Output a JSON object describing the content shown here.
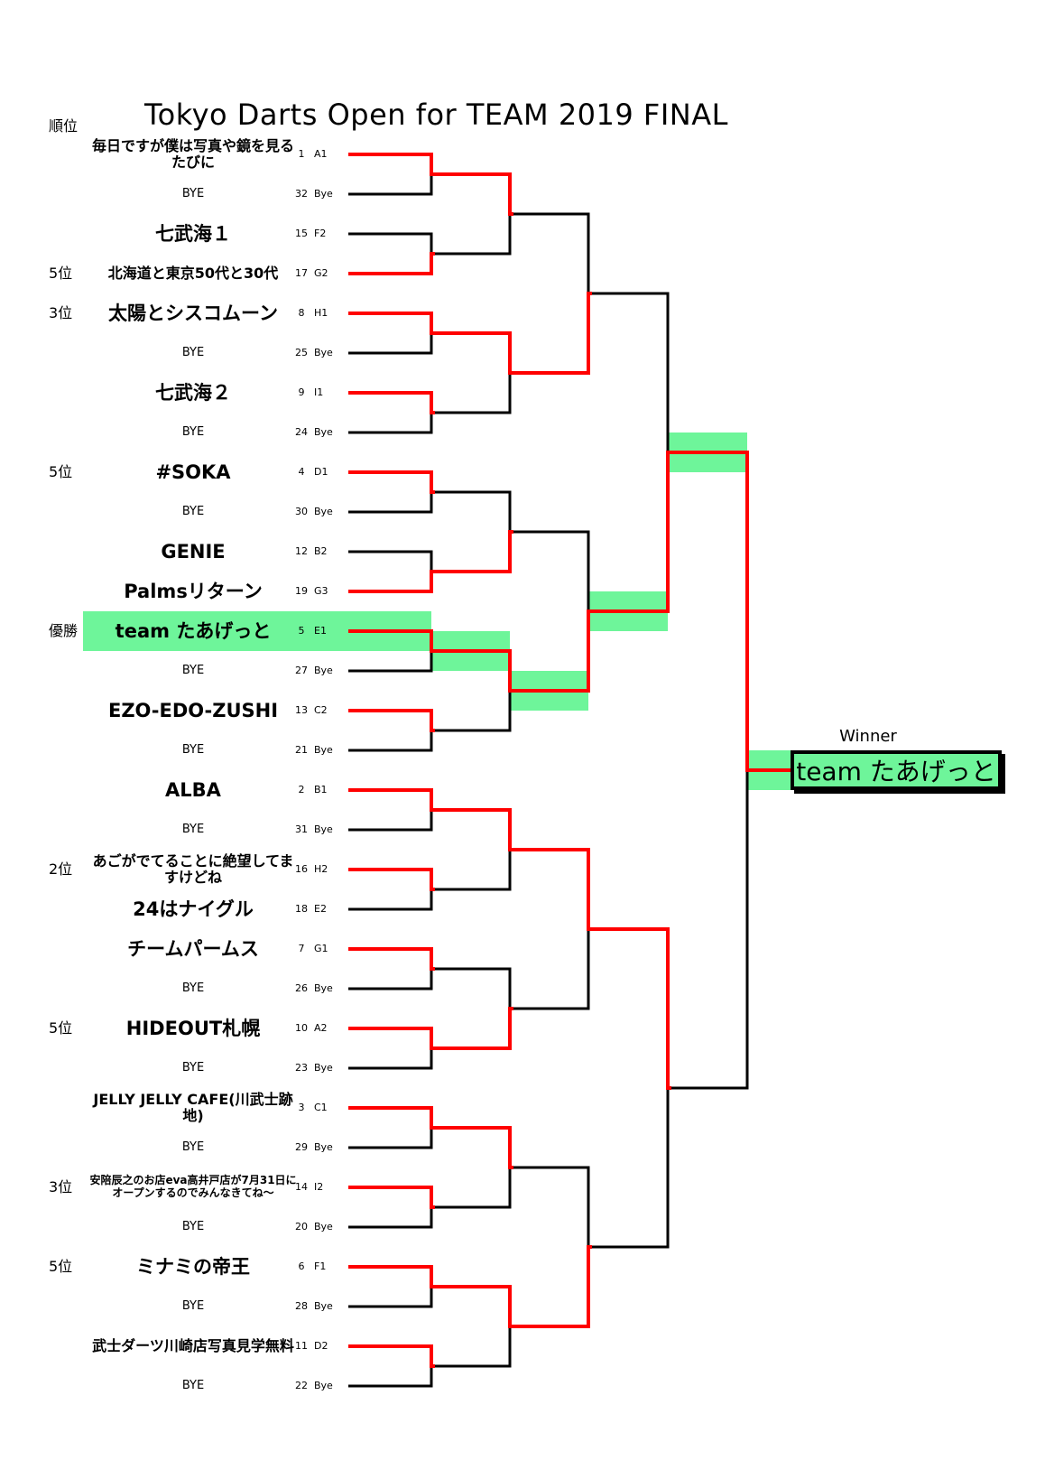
{
  "title": "Tokyo Darts Open for TEAM 2019 FINAL",
  "rank_header": "順位",
  "winner_label": "Winner",
  "winner_name": "team たあげっと",
  "colors": {
    "win_path": "#ff0000",
    "bracket_line": "#000000",
    "highlight": "#6ef59a"
  },
  "entries": [
    {
      "rank": "",
      "team": "毎日ですが僕は写真や鏡を見るたびに",
      "seed": "1",
      "code": "A1",
      "size": "med"
    },
    {
      "rank": "",
      "team": "BYE",
      "seed": "32",
      "code": "Bye",
      "size": "bye"
    },
    {
      "rank": "",
      "team": "七武海１",
      "seed": "15",
      "code": "F2",
      "size": "big"
    },
    {
      "rank": "5位",
      "team": "北海道と東京50代と30代",
      "seed": "17",
      "code": "G2",
      "size": "med"
    },
    {
      "rank": "3位",
      "team": "太陽とシスコムーン",
      "seed": "8",
      "code": "H1",
      "size": "big"
    },
    {
      "rank": "",
      "team": "BYE",
      "seed": "25",
      "code": "Bye",
      "size": "bye"
    },
    {
      "rank": "",
      "team": "七武海２",
      "seed": "9",
      "code": "I1",
      "size": "big"
    },
    {
      "rank": "",
      "team": "BYE",
      "seed": "24",
      "code": "Bye",
      "size": "bye"
    },
    {
      "rank": "5位",
      "team": "#SOKA",
      "seed": "4",
      "code": "D1",
      "size": "big"
    },
    {
      "rank": "",
      "team": "BYE",
      "seed": "30",
      "code": "Bye",
      "size": "bye"
    },
    {
      "rank": "",
      "team": "GENIE",
      "seed": "12",
      "code": "B2",
      "size": "big"
    },
    {
      "rank": "",
      "team": "Palmsリターン",
      "seed": "19",
      "code": "G3",
      "size": "big"
    },
    {
      "rank": "優勝",
      "team": "team たあげっと",
      "seed": "5",
      "code": "E1",
      "size": "big",
      "highlight": true
    },
    {
      "rank": "",
      "team": "BYE",
      "seed": "27",
      "code": "Bye",
      "size": "bye"
    },
    {
      "rank": "",
      "team": "EZO-EDO-ZUSHI",
      "seed": "13",
      "code": "C2",
      "size": "big"
    },
    {
      "rank": "",
      "team": "BYE",
      "seed": "21",
      "code": "Bye",
      "size": "bye"
    },
    {
      "rank": "",
      "team": "ALBA",
      "seed": "2",
      "code": "B1",
      "size": "big"
    },
    {
      "rank": "",
      "team": "BYE",
      "seed": "31",
      "code": "Bye",
      "size": "bye"
    },
    {
      "rank": "2位",
      "team": "あごがでてることに絶望してますけどね",
      "seed": "16",
      "code": "H2",
      "size": "med"
    },
    {
      "rank": "",
      "team": "24はナイグル",
      "seed": "18",
      "code": "E2",
      "size": "big"
    },
    {
      "rank": "",
      "team": "チームパームス",
      "seed": "7",
      "code": "G1",
      "size": "big"
    },
    {
      "rank": "",
      "team": "BYE",
      "seed": "26",
      "code": "Bye",
      "size": "bye"
    },
    {
      "rank": "5位",
      "team": "HIDEOUT札幌",
      "seed": "10",
      "code": "A2",
      "size": "big"
    },
    {
      "rank": "",
      "team": "BYE",
      "seed": "23",
      "code": "Bye",
      "size": "bye"
    },
    {
      "rank": "",
      "team": "JELLY JELLY CAFE(川武士跡地)",
      "seed": "3",
      "code": "C1",
      "size": "med"
    },
    {
      "rank": "",
      "team": "BYE",
      "seed": "29",
      "code": "Bye",
      "size": "bye"
    },
    {
      "rank": "3位",
      "team": "安陪辰之のお店eva高井戸店が7月31日にオープンするのでみんなきてね〜",
      "seed": "14",
      "code": "I2",
      "size": "small"
    },
    {
      "rank": "",
      "team": "BYE",
      "seed": "20",
      "code": "Bye",
      "size": "bye"
    },
    {
      "rank": "5位",
      "team": "ミナミの帝王",
      "seed": "6",
      "code": "F1",
      "size": "big"
    },
    {
      "rank": "",
      "team": "BYE",
      "seed": "28",
      "code": "Bye",
      "size": "bye"
    },
    {
      "rank": "",
      "team": "武士ダーツ川崎店写真見学無料",
      "seed": "11",
      "code": "D2",
      "size": "med"
    },
    {
      "rank": "",
      "team": "BYE",
      "seed": "22",
      "code": "Bye",
      "size": "bye"
    }
  ],
  "bracket": {
    "round1_winners": [
      0,
      3,
      4,
      6,
      8,
      11,
      12,
      14,
      16,
      18,
      20,
      22,
      24,
      26,
      28,
      30
    ],
    "round2_winner_is_top": [
      true,
      true,
      false,
      true,
      true,
      false,
      true,
      true
    ],
    "round3_winner_is_top": [
      false,
      false,
      true,
      false
    ],
    "round4_winner_is_top": [
      false,
      true
    ],
    "final_winner_is_top": true
  }
}
